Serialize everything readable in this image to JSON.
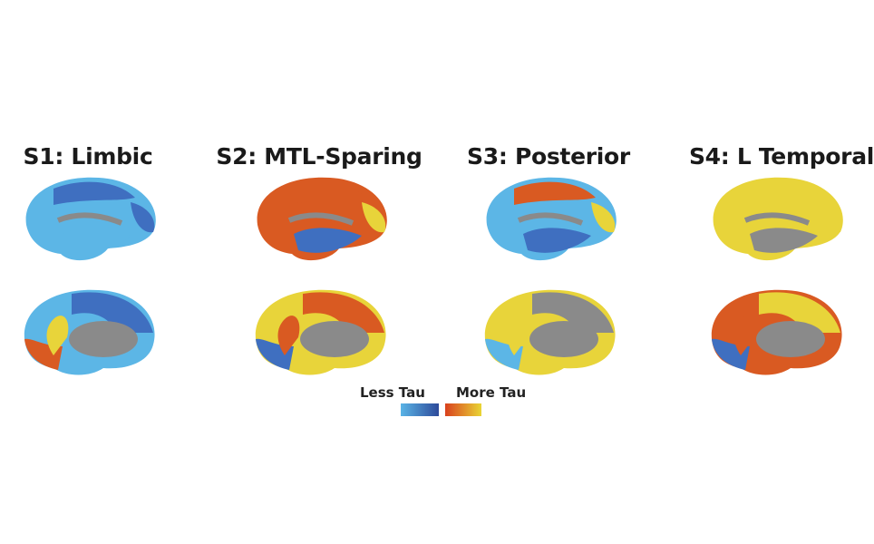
{
  "panels": [
    {
      "title": "S1: Limbic"
    },
    {
      "title": "S2: MTL-Sparing"
    },
    {
      "title": "S3: Posterior"
    },
    {
      "title": "S4: L Temporal"
    }
  ],
  "legend": {
    "less_label": "Less Tau",
    "more_label": "More Tau",
    "less_gradient": [
      "#5ab4e6",
      "#2d4a9a"
    ],
    "more_gradient": [
      "#d9411e",
      "#e9d535"
    ]
  }
}
